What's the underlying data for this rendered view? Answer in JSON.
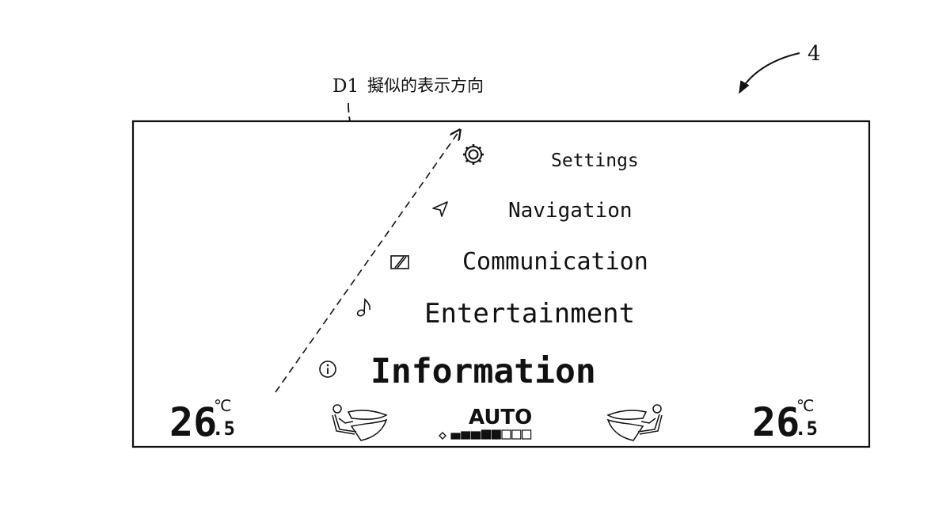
{
  "figure": {
    "ref_numeral": "4",
    "direction_label_code": "D1",
    "direction_label_text": "擬似的表示方向"
  },
  "menu": {
    "items": [
      {
        "label": "Settings",
        "icon": "gear-icon"
      },
      {
        "label": "Navigation",
        "icon": "navigation-arrow-icon"
      },
      {
        "label": "Communication",
        "icon": "phone-icon"
      },
      {
        "label": "Entertainment",
        "icon": "music-note-icon"
      },
      {
        "label": "Information",
        "icon": "info-icon"
      }
    ]
  },
  "climate": {
    "left_temp_main": "26",
    "left_temp_decimal": ".5",
    "left_temp_unit": "℃",
    "right_temp_main": "26",
    "right_temp_decimal": ".5",
    "right_temp_unit": "℃",
    "mode": "AUTO",
    "fan_level": 5,
    "fan_max": 8
  },
  "colors": {
    "ink": "#111111",
    "background": "#ffffff"
  }
}
